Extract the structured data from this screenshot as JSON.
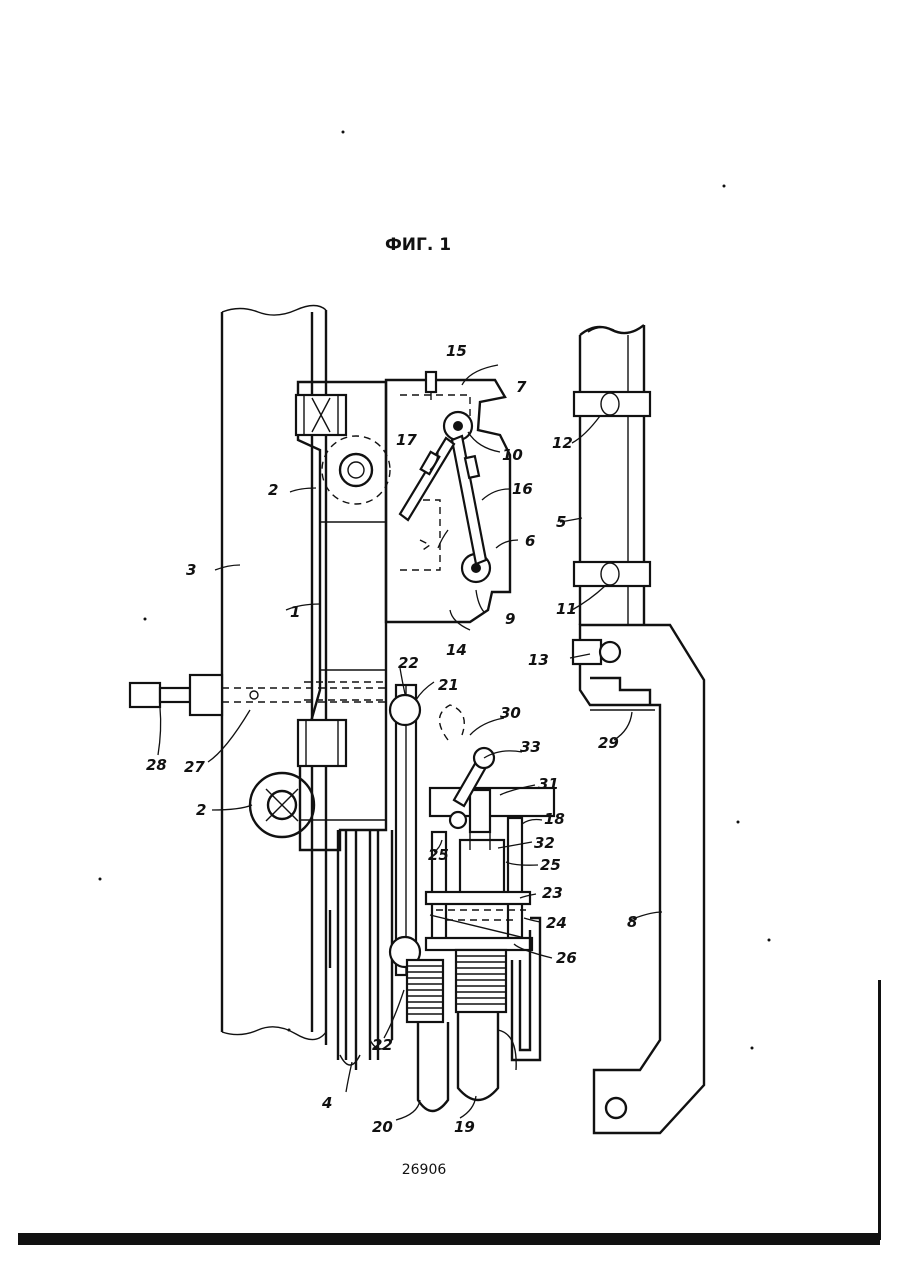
{
  "figure": {
    "caption": "ФИГ. 1",
    "page_number": "26906",
    "labels": {
      "l1": "1",
      "l2a": "2",
      "l2b": "2",
      "l3": "3",
      "l4": "4",
      "l5": "5",
      "l6": "6",
      "l7": "7",
      "l8": "8",
      "l9": "9",
      "l10": "10",
      "l11": "11",
      "l12": "12",
      "l13": "13",
      "l14": "14",
      "l15": "15",
      "l16": "16",
      "l17": "17",
      "l18": "18",
      "l19": "19",
      "l20": "20",
      "l21": "21",
      "l22a": "22",
      "l22b": "22",
      "l23": "23",
      "l24": "24",
      "l25a": "25",
      "l25b": "25",
      "l26": "26",
      "l27": "27",
      "l28": "28",
      "l29": "29",
      "l30": "30",
      "l31": "31",
      "l32": "32",
      "l33": "33"
    }
  }
}
